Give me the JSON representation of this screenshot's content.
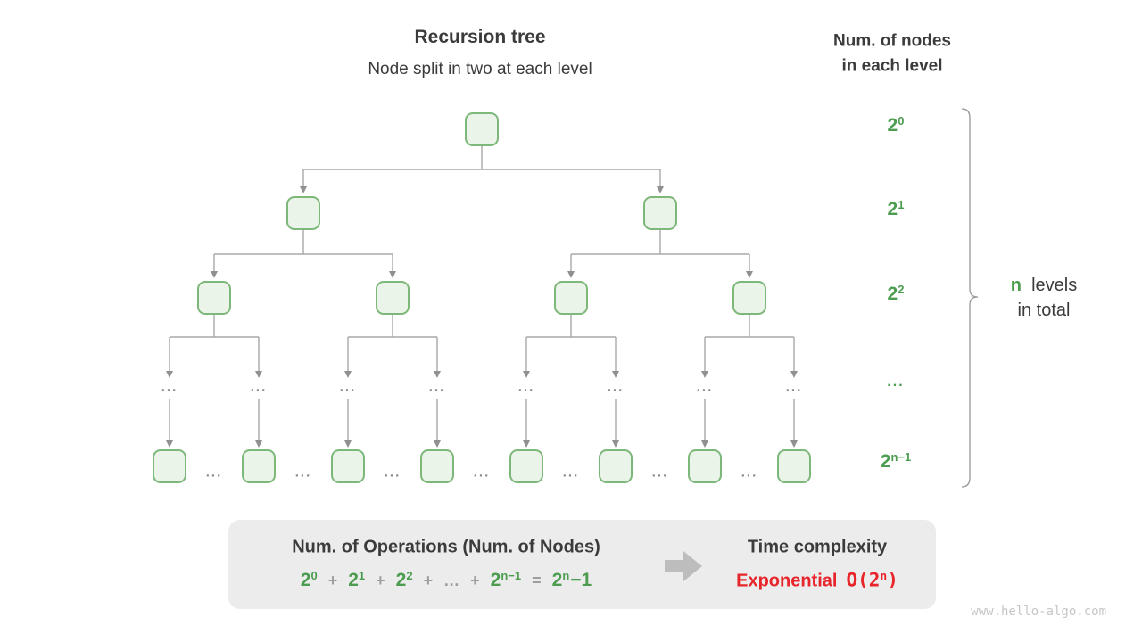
{
  "header": {
    "title": "Recursion tree",
    "subtitle": "Node split in two at each level",
    "right_title_line1": "Num. of nodes",
    "right_title_line2": "in each level"
  },
  "tree": {
    "ellipsis": "...",
    "level_labels": [
      {
        "base": "2",
        "sup": "0"
      },
      {
        "base": "2",
        "sup": "1"
      },
      {
        "base": "2",
        "sup": "2"
      },
      {
        "base": "...",
        "sup": ""
      },
      {
        "base": "2",
        "sup": "n−1"
      }
    ]
  },
  "brace_note": {
    "n": "n",
    "line1_rest": "levels",
    "line2": "in total"
  },
  "summary": {
    "operations_title": "Num. of Operations (Num. of Nodes)",
    "formula": [
      {
        "text": "2",
        "sup": "0",
        "style": "green"
      },
      {
        "text": "+",
        "sup": "",
        "style": "gray"
      },
      {
        "text": "2",
        "sup": "1",
        "style": "green"
      },
      {
        "text": "+",
        "sup": "",
        "style": "gray"
      },
      {
        "text": "2",
        "sup": "2",
        "style": "green"
      },
      {
        "text": "+",
        "sup": "",
        "style": "gray"
      },
      {
        "text": "…",
        "sup": "",
        "style": "gray"
      },
      {
        "text": "+",
        "sup": "",
        "style": "gray"
      },
      {
        "text": "2",
        "sup": "n−1",
        "style": "green"
      },
      {
        "text": "=",
        "sup": "",
        "style": "gray"
      },
      {
        "text": "2",
        "sup": "n",
        "style": "green"
      },
      {
        "text": "−1",
        "sup": "",
        "style": "green"
      }
    ],
    "time_title": "Time complexity",
    "complexity_word": "Exponential",
    "complexity_o_open": "O(2",
    "complexity_o_sup": "n",
    "complexity_o_close": ")"
  },
  "watermark": "www.hello-algo.com",
  "colors": {
    "green_text": "#4c9d50",
    "node_border": "#7db87a",
    "node_fill": "#eaf4e8",
    "connector_gray": "#a8a8a8",
    "box_bg": "#ececec",
    "red": "#e8252a"
  }
}
